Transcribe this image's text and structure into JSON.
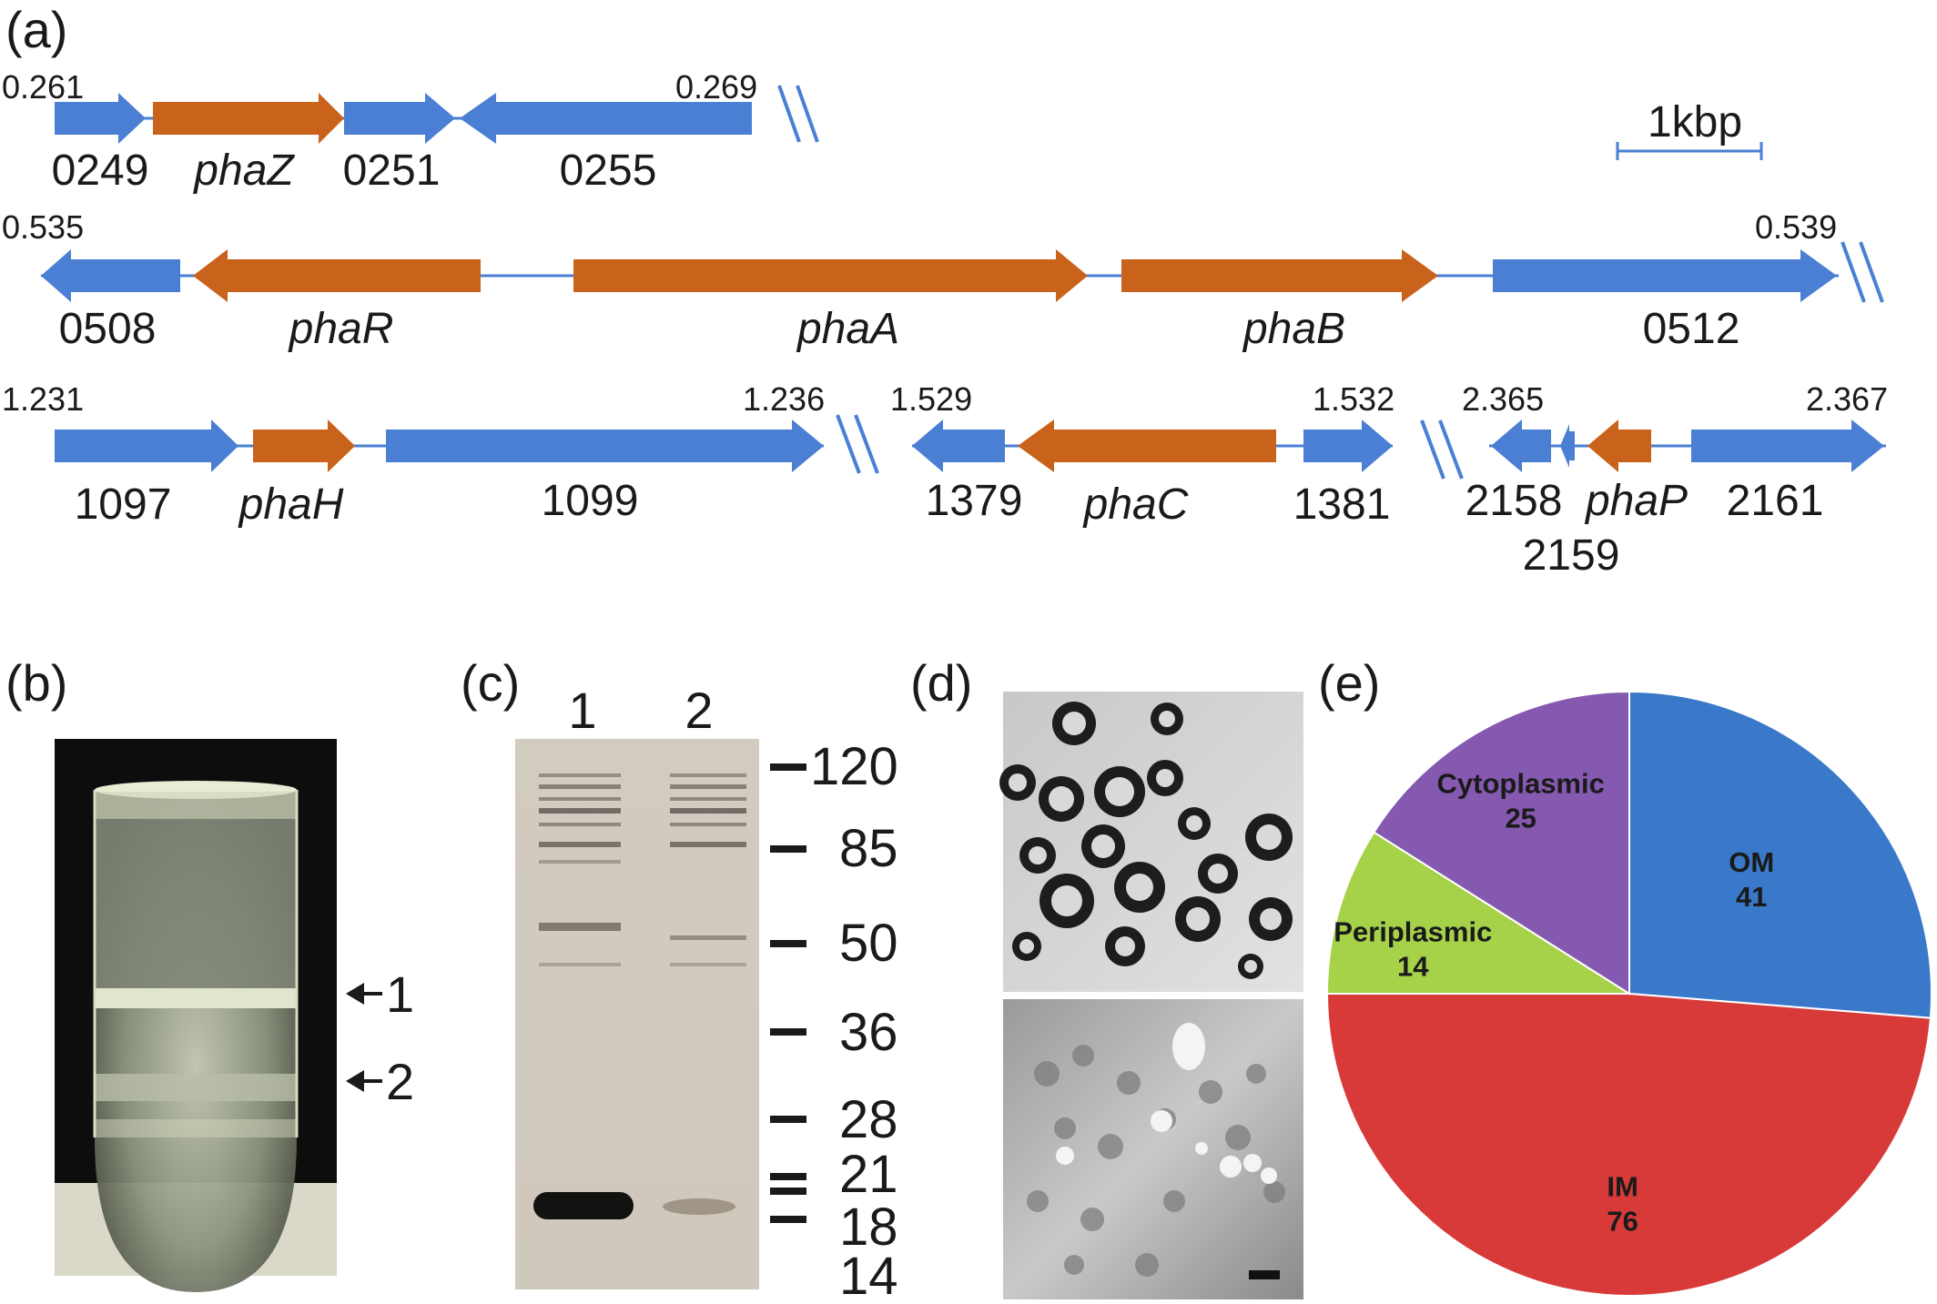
{
  "colors": {
    "gene_blue": "#4a7fd4",
    "gene_orange": "#c9621b",
    "line_blue": "#4a7fd4",
    "text": "#1a1a1a"
  },
  "panel_a": {
    "label": "(a)",
    "scale_bar_label": "1kbp",
    "row1": {
      "start": "0.261",
      "end": "0.269",
      "genes": [
        {
          "name": "0249",
          "kind": "other",
          "dir": "right"
        },
        {
          "name": "phaZ",
          "kind": "pha",
          "dir": "right"
        },
        {
          "name": "0251",
          "kind": "other",
          "dir": "right"
        },
        {
          "name": "0255",
          "kind": "other",
          "dir": "left"
        }
      ]
    },
    "row2": {
      "start": "0.535",
      "end": "0.539",
      "genes": [
        {
          "name": "0508",
          "kind": "other",
          "dir": "left"
        },
        {
          "name": "phaR",
          "kind": "pha",
          "dir": "left"
        },
        {
          "name": "phaA",
          "kind": "pha",
          "dir": "right"
        },
        {
          "name": "phaB",
          "kind": "pha",
          "dir": "right"
        },
        {
          "name": "0512",
          "kind": "other",
          "dir": "right"
        }
      ]
    },
    "row3a": {
      "start": "1.231",
      "end": "1.236",
      "genes": [
        {
          "name": "1097",
          "kind": "other",
          "dir": "right"
        },
        {
          "name": "phaH",
          "kind": "pha",
          "dir": "right"
        },
        {
          "name": "1099",
          "kind": "other",
          "dir": "right"
        }
      ]
    },
    "row3b": {
      "start": "1.529",
      "end": "1.532",
      "genes": [
        {
          "name": "1379",
          "kind": "other",
          "dir": "left"
        },
        {
          "name": "phaC",
          "kind": "pha",
          "dir": "left"
        },
        {
          "name": "1381",
          "kind": "other",
          "dir": "right"
        }
      ]
    },
    "row3c": {
      "start": "2.365",
      "end": "2.367",
      "genes": [
        {
          "name": "2158",
          "kind": "other",
          "dir": "left"
        },
        {
          "name": "2159",
          "kind": "other",
          "dir": "left"
        },
        {
          "name": "phaP",
          "kind": "pha",
          "dir": "left"
        },
        {
          "name": "2161",
          "kind": "other",
          "dir": "right"
        }
      ]
    }
  },
  "panel_b": {
    "label": "(b)",
    "arrows": [
      "1",
      "2"
    ]
  },
  "panel_c": {
    "label": "(c)",
    "lanes": [
      "1",
      "2"
    ],
    "markers": [
      "120",
      "85",
      "50",
      "36",
      "28",
      "21",
      "18",
      "14"
    ]
  },
  "panel_d": {
    "label": "(d)"
  },
  "panel_e": {
    "label": "(e)",
    "chart_data": {
      "type": "pie",
      "title": "",
      "slices": [
        {
          "label": "OM",
          "value": 41,
          "color": "#3a78c9"
        },
        {
          "label": "IM",
          "value": 76,
          "color": "#d83a3a"
        },
        {
          "label": "Periplasmic",
          "value": 14,
          "color": "#a6d24a"
        },
        {
          "label": "Cytoplasmic",
          "value": 25,
          "color": "#8559b0"
        }
      ]
    }
  }
}
